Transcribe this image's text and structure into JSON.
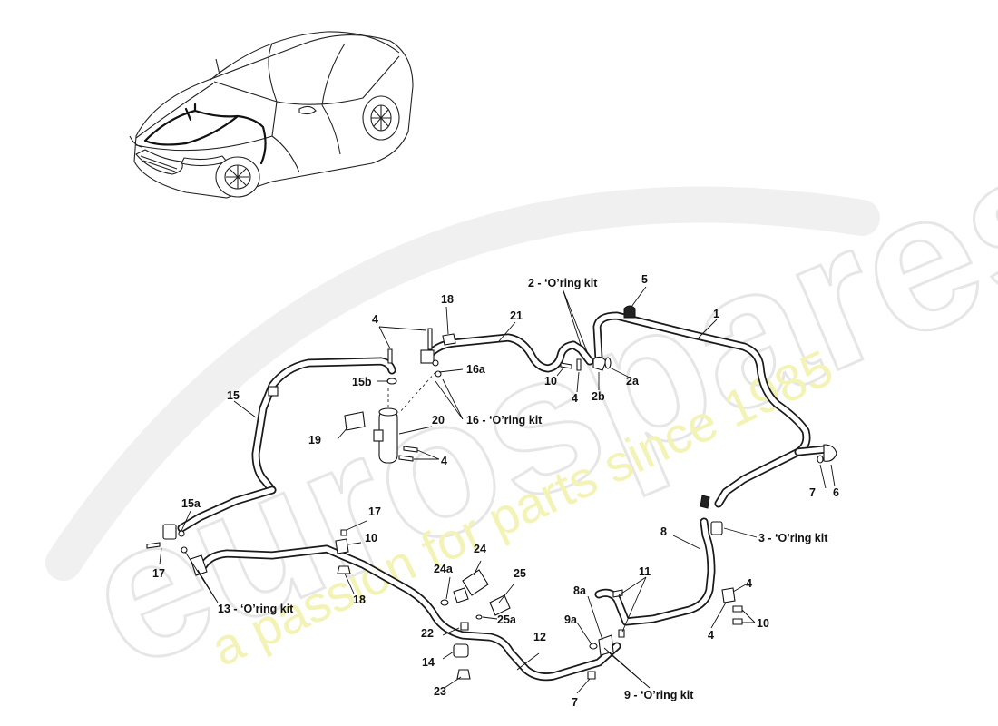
{
  "watermark": {
    "logo": "eurospares",
    "tagline": "a passion for parts since 1985"
  },
  "callouts": [
    {
      "id": "c1",
      "text": "1"
    },
    {
      "id": "c2",
      "text": "2 - ‘O’ring kit"
    },
    {
      "id": "c2a",
      "text": "2a"
    },
    {
      "id": "c2b",
      "text": "2b"
    },
    {
      "id": "c3",
      "text": "3 - ‘O’ring kit"
    },
    {
      "id": "c4a",
      "text": "4"
    },
    {
      "id": "c4b",
      "text": "4"
    },
    {
      "id": "c4c",
      "text": "4"
    },
    {
      "id": "c4d",
      "text": "4"
    },
    {
      "id": "c4e",
      "text": "4"
    },
    {
      "id": "c5",
      "text": "5"
    },
    {
      "id": "c6",
      "text": "6"
    },
    {
      "id": "c7a",
      "text": "7"
    },
    {
      "id": "c7b",
      "text": "7"
    },
    {
      "id": "c8",
      "text": "8"
    },
    {
      "id": "c8a",
      "text": "8a"
    },
    {
      "id": "c9",
      "text": "9 - ‘O’ring kit"
    },
    {
      "id": "c9a",
      "text": "9a"
    },
    {
      "id": "c10a",
      "text": "10"
    },
    {
      "id": "c10b",
      "text": "10"
    },
    {
      "id": "c10c",
      "text": "10"
    },
    {
      "id": "c11",
      "text": "11"
    },
    {
      "id": "c12",
      "text": "12"
    },
    {
      "id": "c13",
      "text": "13 - ‘O’ring kit"
    },
    {
      "id": "c14",
      "text": "14"
    },
    {
      "id": "c15",
      "text": "15"
    },
    {
      "id": "c15a",
      "text": "15a"
    },
    {
      "id": "c15b",
      "text": "15b"
    },
    {
      "id": "c16",
      "text": "16 - ‘O’ring kit"
    },
    {
      "id": "c16a",
      "text": "16a"
    },
    {
      "id": "c17a",
      "text": "17"
    },
    {
      "id": "c17b",
      "text": "17"
    },
    {
      "id": "c18a",
      "text": "18"
    },
    {
      "id": "c18b",
      "text": "18"
    },
    {
      "id": "c19",
      "text": "19"
    },
    {
      "id": "c20",
      "text": "20"
    },
    {
      "id": "c21",
      "text": "21"
    },
    {
      "id": "c22",
      "text": "22"
    },
    {
      "id": "c23",
      "text": "23"
    },
    {
      "id": "c24",
      "text": "24"
    },
    {
      "id": "c24a",
      "text": "24a"
    },
    {
      "id": "c25",
      "text": "25"
    },
    {
      "id": "c25a",
      "text": "25a"
    }
  ]
}
